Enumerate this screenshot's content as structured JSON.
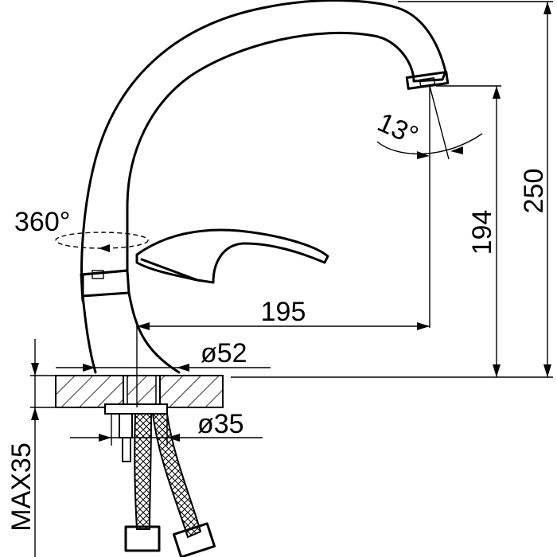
{
  "dimensions": {
    "angle_spout_rotation": "360°",
    "angle_aerator_tilt": "13°",
    "spout_reach": "195",
    "spout_height": "194",
    "overall_height": "250",
    "base_diameter": "ø52",
    "shank_diameter": "ø35",
    "max_counter_thickness": "MAX35"
  },
  "colors": {
    "line": "#000000",
    "background": "#ffffff"
  }
}
